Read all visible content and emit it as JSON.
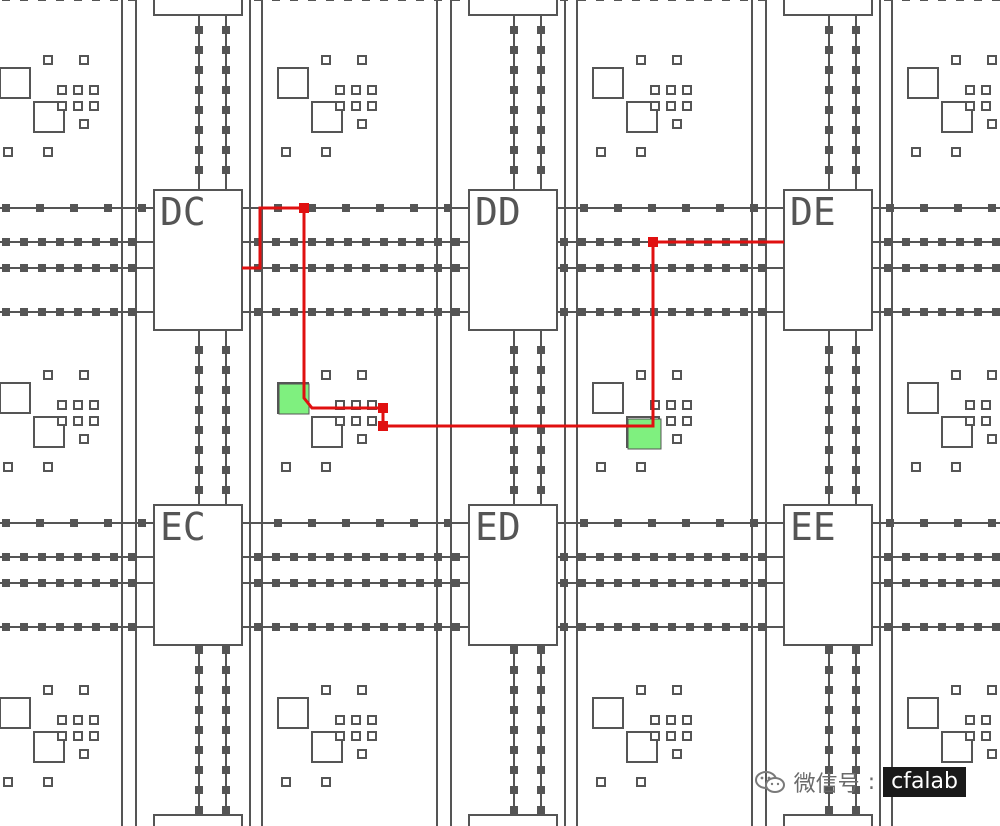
{
  "blocks": [
    {
      "id": "DC",
      "label": "DC"
    },
    {
      "id": "DD",
      "label": "DD"
    },
    {
      "id": "DE",
      "label": "DE"
    },
    {
      "id": "EC",
      "label": "EC"
    },
    {
      "id": "ED",
      "label": "ED"
    },
    {
      "id": "EE",
      "label": "EE"
    }
  ],
  "route": {
    "color": "#e01010",
    "highlight_color": "#7ff07f"
  },
  "colors": {
    "wire": "#555555",
    "pip": "#555555",
    "background": "#ffffff"
  },
  "watermark": {
    "platform": "微信号",
    "separator": ":",
    "handle": "cfalab",
    "icon": "wechat-icon"
  }
}
